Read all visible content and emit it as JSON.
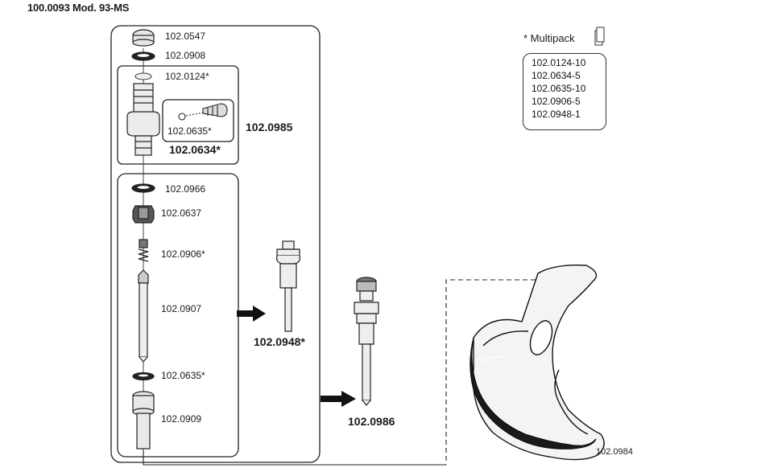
{
  "title": "100.0093 Mod. 93-MS",
  "labels": {
    "p1": "102.0547",
    "p2": "102.0908",
    "p3": "102.0124*",
    "p4": "102.0635*",
    "p5": "102.0634*",
    "p6": "102.0985",
    "p7": "102.0966",
    "p8": "102.0637",
    "p9": "102.0906*",
    "p10": "102.0907",
    "p11": "102.0948*",
    "p12": "102.0635*",
    "p13": "102.0909",
    "p14": "102.0986",
    "p15": "102.0984"
  },
  "multipack": {
    "heading": "* Multipack",
    "items": [
      "102.0124-10",
      "102.0634-5",
      "102.0635-10",
      "102.0906-5",
      "102.0948-1"
    ]
  }
}
